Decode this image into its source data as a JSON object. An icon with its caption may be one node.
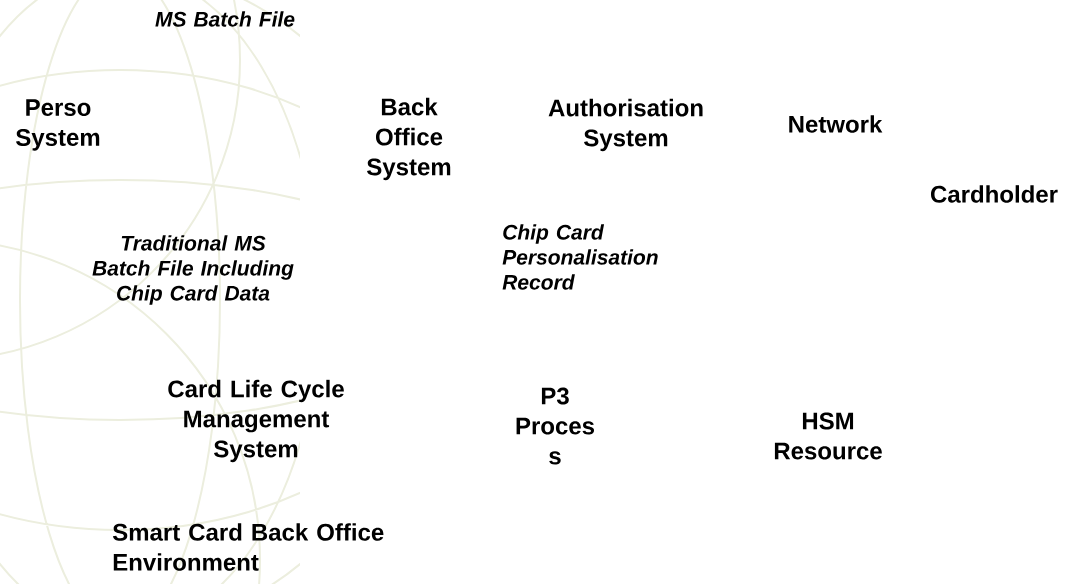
{
  "diagram": {
    "labels": [
      "MS Batch File",
      "Perso System",
      "Back Office System",
      "Authorisation System",
      "Network",
      "Cardholder",
      "Traditional MS Batch File Including Chip Card Data",
      "Chip Card Personalisation Record",
      "Card Life Cycle Management System",
      "P3 Proces s",
      "HSM Resource",
      "Smart Card Back Office Environment"
    ]
  }
}
